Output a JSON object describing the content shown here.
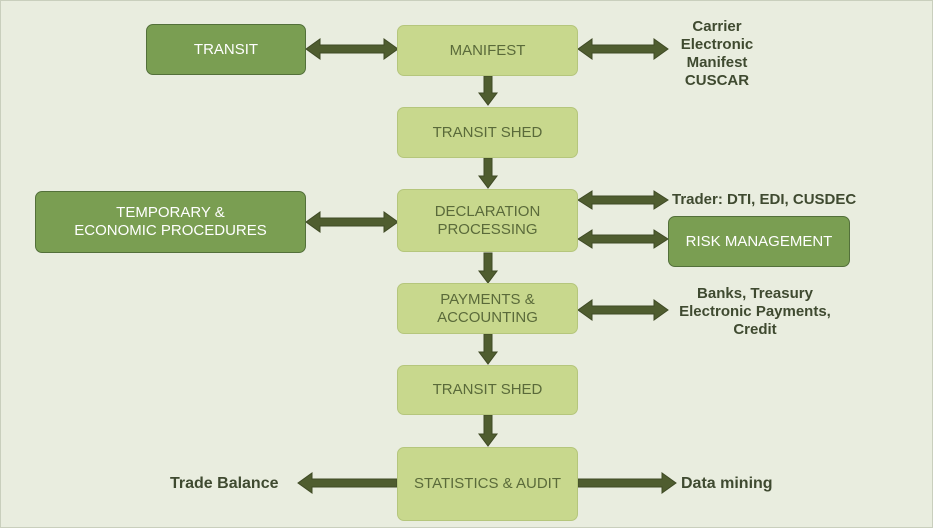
{
  "boxes": {
    "transit": "TRANSIT",
    "manifest": "MANIFEST",
    "transit_shed_1": "TRANSIT SHED",
    "temporary": "TEMPORARY &\nECONOMIC PROCEDURES",
    "declaration": "DECLARATION\nPROCESSING",
    "risk": "RISK MANAGEMENT",
    "payments": "PAYMENTS &\nACCOUNTING",
    "transit_shed_2": "TRANSIT SHED",
    "statistics": "STATISTICS & AUDIT"
  },
  "labels": {
    "carrier": "Carrier\nElectronic\nManifest\nCUSCAR",
    "trader": "Trader: DTI, EDI, CUSDEC",
    "banks": "Banks, Treasury\nElectronic Payments,\nCredit",
    "trade_balance": "Trade Balance",
    "data_mining": "Data mining"
  },
  "colors": {
    "light_box": "#c8d88d",
    "dark_box": "#7a9e52",
    "arrow": "#4f5d2f",
    "background": "#e9eddf"
  }
}
